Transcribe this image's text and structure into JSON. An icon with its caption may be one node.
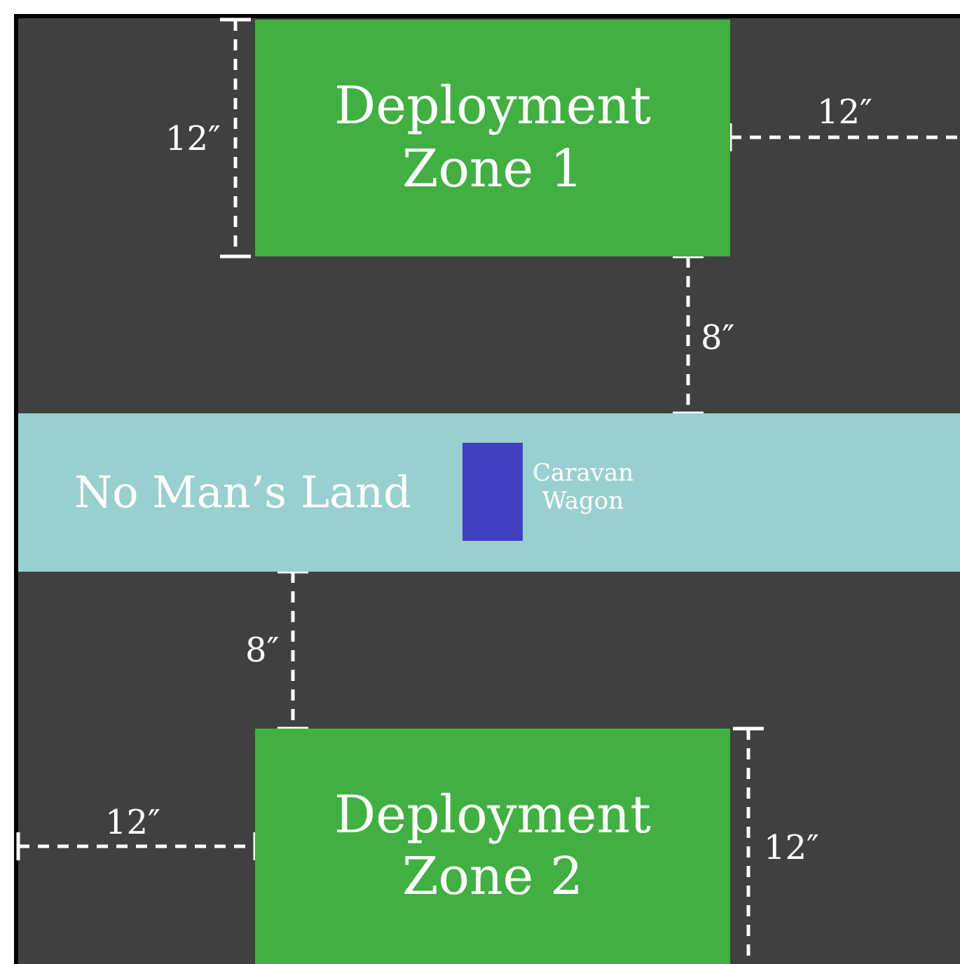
{
  "diagram": {
    "nodes": [
      {
        "text": [
          "Deployment Zone 1"
        ]
      },
      {
        "text": [
          "No Man’s Land"
        ]
      },
      {
        "text": [],
        "shape": "box",
        "in": 1,
        "beside": [
          "Caravan Wagon"
        ]
      },
      {
        "text": [
          "Deployment Zone 2"
        ]
      }
    ],
    "labels": [
      "12″",
      "12″",
      "8″",
      "8″",
      "12″",
      "12″"
    ]
  }
}
